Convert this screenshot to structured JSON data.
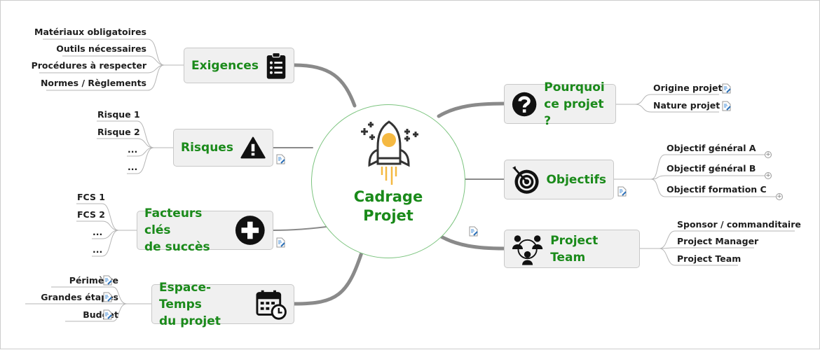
{
  "center": {
    "title_line1": "Cadrage",
    "title_line2": "Projet",
    "icon": "rocket-icon"
  },
  "colors": {
    "topic_text": "#1a8a1a",
    "accent": "#f5b942",
    "connector": "#8a8a8a"
  },
  "topics": {
    "exigences": {
      "label": "Exigences",
      "icon": "clipboard-list-icon",
      "leaves": [
        "Matériaux obligatoires",
        "Outils nécessaires",
        "Procédures à respecter",
        "Normes / Règlements"
      ]
    },
    "risques": {
      "label": "Risques",
      "icon": "warning-icon",
      "leaves": [
        "Risque 1",
        "Risque 2",
        "...",
        "..."
      ]
    },
    "facteurs": {
      "label_line1": "Facteurs clés",
      "label_line2": "de succès",
      "icon": "plus-circle-icon",
      "leaves": [
        "FCS 1",
        "FCS 2",
        "...",
        "..."
      ]
    },
    "espace": {
      "label_line1": "Espace-Temps",
      "label_line2": "du projet",
      "icon": "calendar-clock-icon",
      "leaves": [
        "Périmètre",
        "Grandes étapes",
        "Budget"
      ]
    },
    "pourquoi": {
      "label_line1": "Pourquoi",
      "label_line2": "ce projet ?",
      "icon": "question-icon",
      "leaves": [
        "Origine projet",
        "Nature projet"
      ]
    },
    "objectifs": {
      "label": "Objectifs",
      "icon": "target-icon",
      "leaves": [
        "Objectif général A",
        "Objectif général B",
        "Objectif formation C"
      ]
    },
    "team": {
      "label": "Project Team",
      "icon": "team-icon",
      "leaves": [
        "Sponsor / commanditaire",
        "Project Manager",
        "Project Team"
      ]
    }
  }
}
